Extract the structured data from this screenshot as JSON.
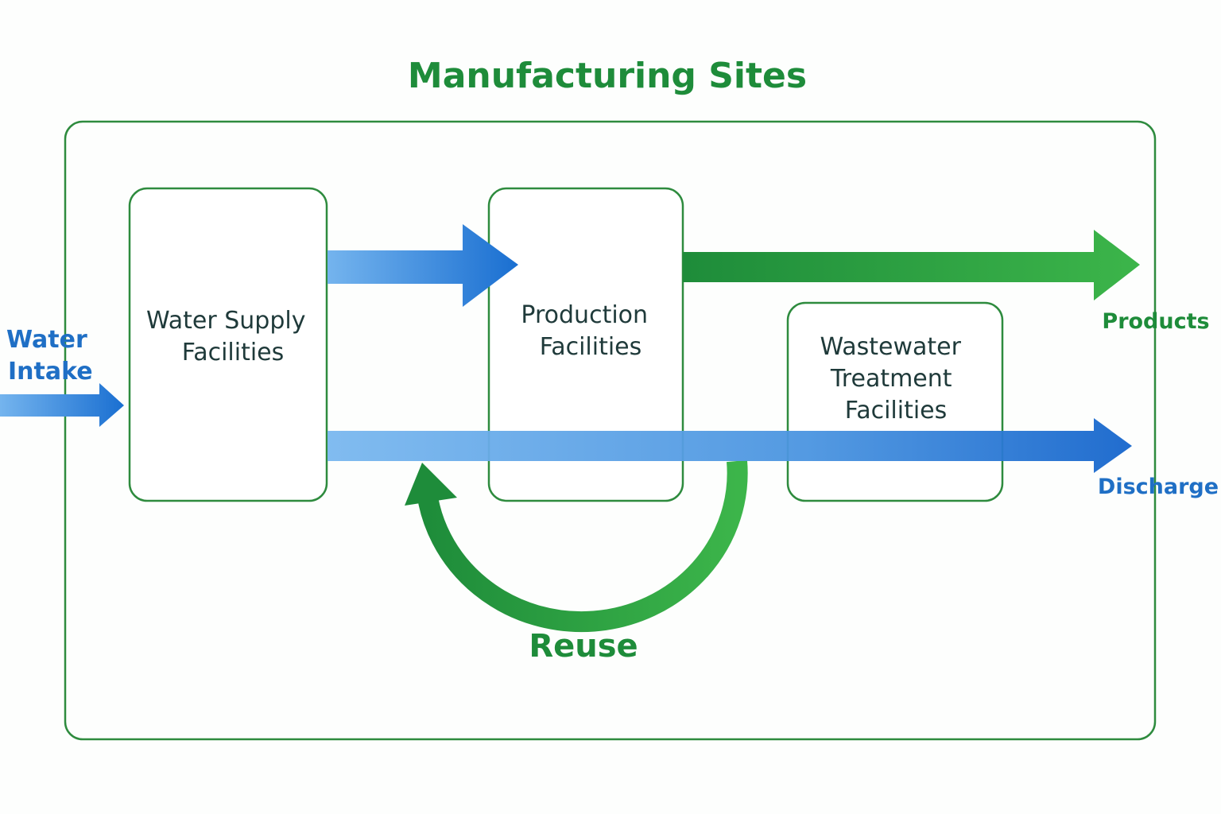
{
  "title": "Manufacturing Sites",
  "nodes": {
    "water_supply": [
      "Water Supply",
      "Facilities"
    ],
    "production": [
      "Production",
      "Facilities"
    ],
    "wastewater": [
      "Wastewater",
      "Treatment",
      "Facilities"
    ]
  },
  "labels": {
    "water_intake": [
      "Water",
      "Intake"
    ],
    "products": "Products",
    "discharge": "Discharge",
    "reuse": "Reuse"
  },
  "colors": {
    "green": "#1e8c3a",
    "green_light": "#3cb54a",
    "green_border": "#2e8b3e",
    "blue": "#1a6fd1",
    "blue_light": "#6fb0ec",
    "blue_text": "#1f6fc5",
    "node_text": "#1f3a3a"
  }
}
